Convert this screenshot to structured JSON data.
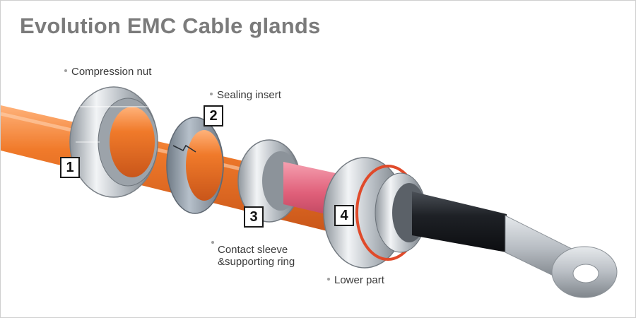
{
  "title": "Evolution EMC Cable glands",
  "parts": [
    {
      "number": "1",
      "label": "Compression nut"
    },
    {
      "number": "2",
      "label": "Sealing insert"
    },
    {
      "number": "3",
      "label": "Contact sleeve\n&supporting ring"
    },
    {
      "number": "4",
      "label": "Lower part"
    }
  ],
  "colors": {
    "cable": "#f07a2a",
    "metal": "#c9ced3",
    "seal": "#8f9aa6",
    "inner_core": "#e0607a",
    "heatshrink": "#1e2126",
    "o_ring": "#e04a2a",
    "lug": "#b9bec4"
  }
}
